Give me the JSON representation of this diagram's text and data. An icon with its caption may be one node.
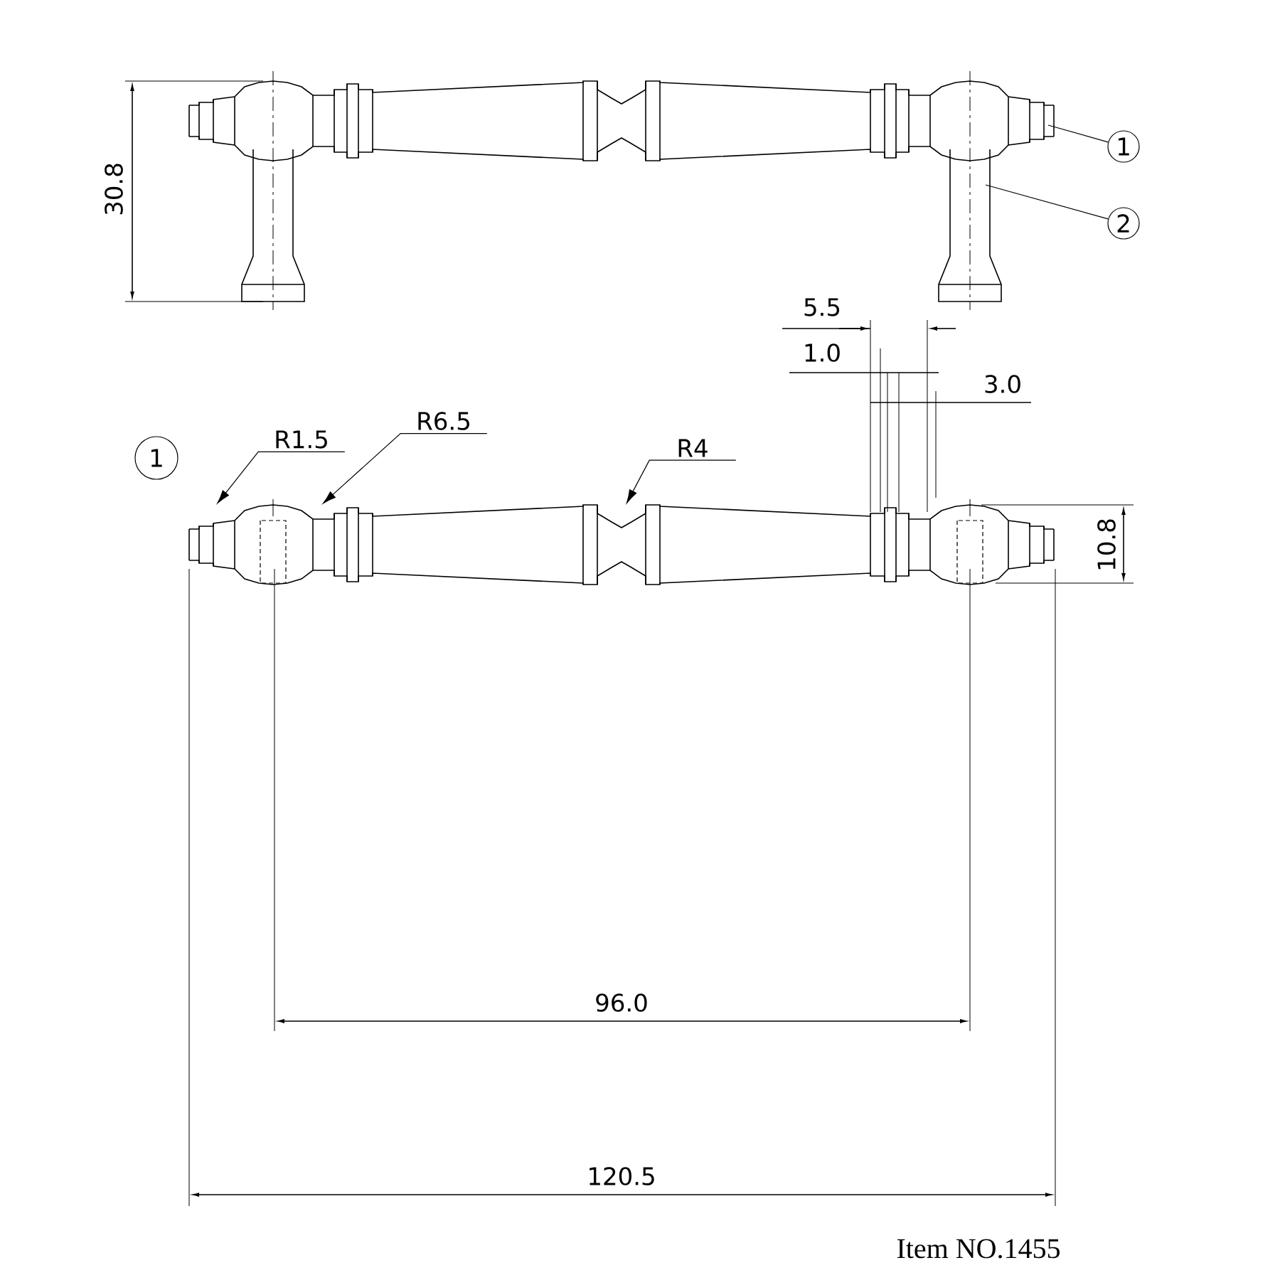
{
  "diagram": {
    "nodes": [
      {
        "text": [
          "1"
        ]
      },
      {
        "text": [
          "2"
        ]
      },
      {
        "text": [
          "R1.5"
        ]
      },
      {
        "text": [
          "R6.5"
        ]
      },
      {
        "text": [
          "R4"
        ]
      },
      {
        "text": [],
        "shape": "picture"
      },
      {
        "text": [],
        "shape": "picture"
      }
    ],
    "edges": [
      {
        "from": 0,
        "to": 5,
        "arrow": "none"
      },
      {
        "from": 1,
        "to": 5,
        "arrow": "none"
      },
      {
        "from": 2,
        "to": 6,
        "arrow": "to"
      },
      {
        "from": 3,
        "to": 6,
        "arrow": "to"
      },
      {
        "from": 4,
        "to": 6,
        "arrow": "to"
      }
    ],
    "labels": [
      "30.8",
      "5.5",
      "1.0",
      "3.0",
      "1",
      "10.8",
      "96.0",
      "120.5",
      "Item NO.1455"
    ]
  }
}
